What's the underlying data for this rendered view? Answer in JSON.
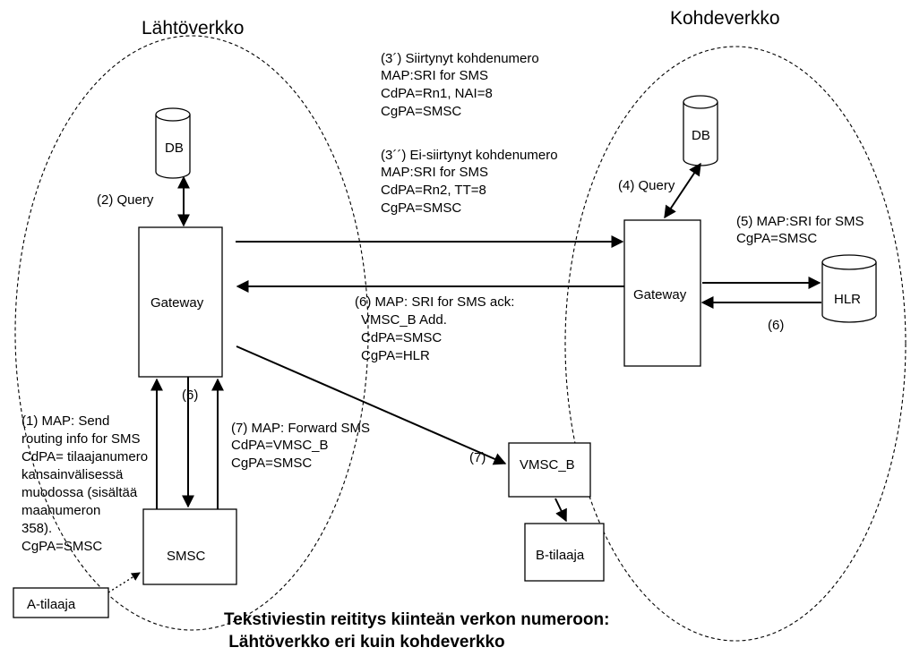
{
  "networks": {
    "source": "Lähtöverkko",
    "target": "Kohdeverkko"
  },
  "nodes": {
    "db_source": "DB",
    "db_target": "DB",
    "gateway_source": "Gateway",
    "gateway_target": "Gateway",
    "hlr": "HLR",
    "smsc": "SMSC",
    "vmsc_b": "VMSC_B",
    "b_tilaaja": "B-tilaaja",
    "a_tilaaja": "A-tilaaja"
  },
  "labels": {
    "query_source": "(2) Query",
    "query_target": "(4) Query",
    "step3a": [
      "(3´) Siirtynyt kohdenumero",
      "MAP:SRI for SMS",
      "CdPA=Rn1, NAI=8",
      "CgPA=SMSC"
    ],
    "step3b": [
      "(3´´) Ei-siirtynyt kohdenumero",
      "MAP:SRI for SMS",
      "CdPA=Rn2, TT=8",
      "CgPA=SMSC"
    ],
    "step5": [
      "(5) MAP:SRI for SMS",
      "CgPA=SMSC"
    ],
    "step6_ack": [
      "(6) MAP: SRI for SMS ack:",
      " VMSC_B Add.",
      "CdPA=SMSC",
      "CgPA=HLR"
    ],
    "step6_hlr": "(6)",
    "step6_smsc": "(6)",
    "step7_fwd": [
      "(7) MAP: Forward SMS",
      "CdPA=VMSC_B",
      "CgPA=SMSC"
    ],
    "step7": "(7)",
    "step1": [
      "(1) MAP: Send",
      "routing info for SMS",
      "CdPA= tilaajanumero",
      "kansainvälisessä",
      "muodossa (sisältää",
      "maanumeron",
      "358).",
      "CgPA=SMSC"
    ]
  },
  "title": [
    "Tekstiviestin reititys kiinteän verkon numeroon:",
    " Lähtöverkko eri kuin kohdeverkko"
  ]
}
